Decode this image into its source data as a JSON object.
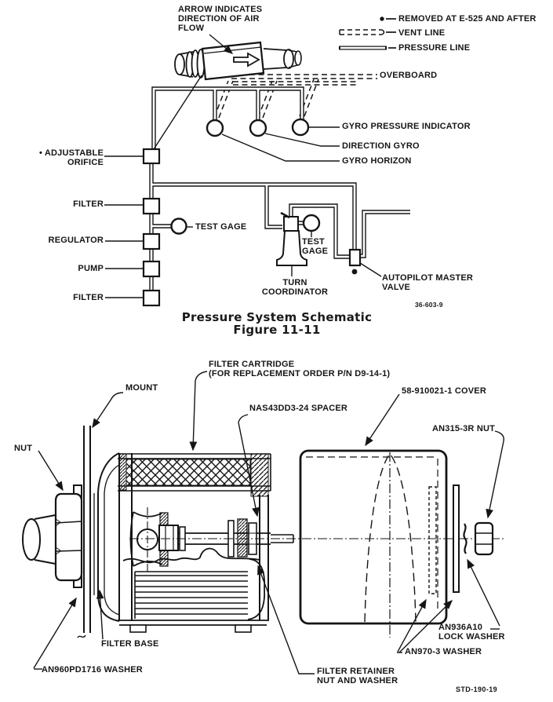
{
  "page": {
    "background": "#ffffff",
    "ink_color": "#1a1a1a"
  },
  "schematic": {
    "flow_note": "ARROW INDICATES\nDIRECTION OF AIR\nFLOW",
    "legend": {
      "removed": "REMOVED AT E-525 AND AFTER",
      "vent": "VENT LINE",
      "pressure": "PRESSURE LINE"
    },
    "labels": {
      "overboard": "OVERBOARD",
      "gyro_pressure_indicator": "GYRO PRESSURE INDICATOR",
      "direction_gyro": "DIRECTION GYRO",
      "gyro_horizon": "GYRO HORIZON",
      "adjustable_orifice": "• ADJUSTABLE\nORIFICE",
      "filter_top": "FILTER",
      "test_gage_left": "TEST GAGE",
      "regulator": "REGULATOR",
      "pump": "PUMP",
      "filter_bottom": "FILTER",
      "test_gage_right": "TEST\nGAGE",
      "turn_coordinator": "TURN\nCOORDINATOR",
      "autopilot_master_valve": "AUTOPILOT MASTER\nVALVE"
    },
    "drawing_number": "36-603-9",
    "caption_title": "Pressure System Schematic",
    "caption_figure": "Figure 11-11"
  },
  "assembly": {
    "labels": {
      "mount": "MOUNT",
      "filter_cartridge": "FILTER CARTRIDGE\n(FOR REPLACEMENT ORDER P/N D9-14-1)",
      "spacer": "NAS43DD3-24 SPACER",
      "cover": "58-910021-1 COVER",
      "an315_nut": "AN315-3R NUT",
      "nut": "NUT",
      "filter_base": "FILTER BASE",
      "an960_washer": "AN960PD1716 WASHER",
      "filter_retainer": "FILTER RETAINER\nNUT AND WASHER",
      "an970_washer": "AN970-3 WASHER",
      "an936_lock_washer": "AN936A10\nLOCK WASHER"
    },
    "drawing_number": "STD-190-19"
  }
}
